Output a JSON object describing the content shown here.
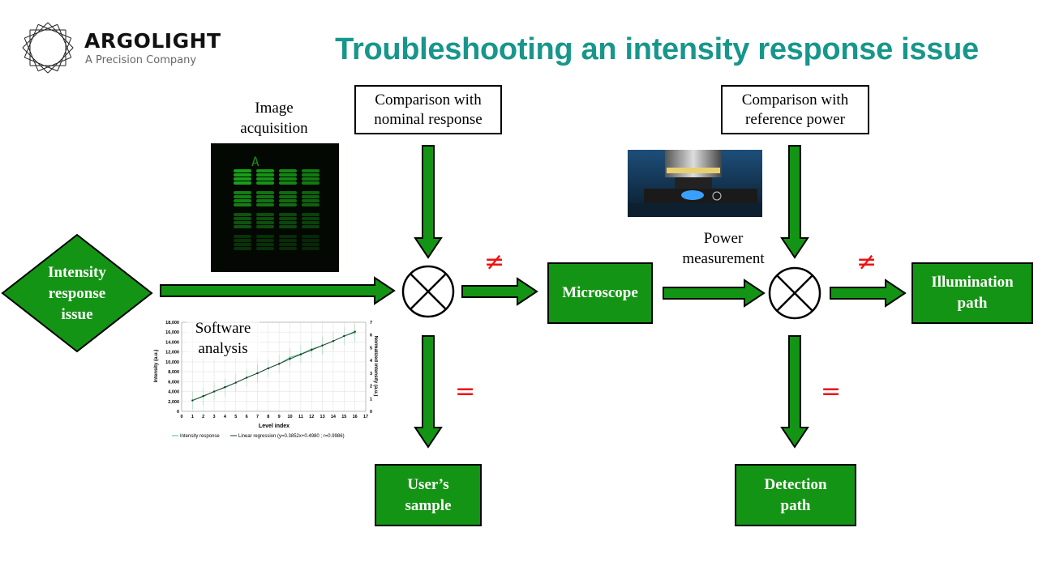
{
  "logo": {
    "name": "ARGOLIGHT",
    "tagline": "A Precision Company"
  },
  "title": "Troubleshooting an intensity response issue",
  "nodes": {
    "start": [
      "Intensity",
      "response",
      "issue"
    ],
    "comparison_nominal": [
      "Comparison with",
      "nominal response"
    ],
    "comparison_reference": [
      "Comparison with",
      "reference power"
    ],
    "microscope": "Microscope",
    "users_sample": [
      "User’s",
      "sample"
    ],
    "illumination_path": [
      "Illumination",
      "path"
    ],
    "detection_path": [
      "Detection",
      "path"
    ]
  },
  "labels": {
    "image_acquisition": [
      "Image",
      "acquisition"
    ],
    "software_analysis": [
      "Software",
      "analysis"
    ],
    "power_measurement": [
      "Power",
      "measurement"
    ],
    "not_equal": "≠",
    "equal": "="
  },
  "colors": {
    "title": "#17968c",
    "node_green": "#149414",
    "symbol_red": "#e11111"
  },
  "chart_data": {
    "type": "line",
    "xlabel": "Level index",
    "ylabel": "Intensity (a.u.)",
    "y2label": "Normalized intensity (a.u.)",
    "xlim": [
      0,
      17
    ],
    "ylim": [
      0,
      18000
    ],
    "y2lim": [
      0,
      7
    ],
    "xticks": [
      "0",
      "1",
      "2",
      "3",
      "4",
      "5",
      "6",
      "7",
      "8",
      "9",
      "10",
      "11",
      "12",
      "13",
      "14",
      "15",
      "16",
      "17"
    ],
    "yticks": [
      "0",
      "2,000",
      "4,000",
      "6,000",
      "8,000",
      "10,000",
      "12,000",
      "14,000",
      "16,000",
      "18,000"
    ],
    "y2ticks": [
      "0",
      "1",
      "2",
      "3",
      "4",
      "5",
      "6",
      "7"
    ],
    "grid": true,
    "legend": "bottom",
    "x": [
      1,
      2,
      3,
      4,
      5,
      6,
      7,
      8,
      9,
      10,
      11,
      12,
      13,
      14,
      15,
      16
    ],
    "series": [
      {
        "name": "Intensity response",
        "color": "#4cc07a",
        "values": [
          2200,
          3000,
          4000,
          4800,
          5800,
          6800,
          7700,
          8700,
          9600,
          10900,
          11600,
          12600,
          13300,
          14200,
          15200,
          15900
        ]
      },
      {
        "name": "Linear regression (y=0.3852x+0.4980 ; r=0.9986)",
        "color": "#1a3a2a",
        "values": [
          2200,
          3100,
          4000,
          4900,
          5800,
          6800,
          7700,
          8700,
          9600,
          10600,
          11500,
          12400,
          13300,
          14200,
          15200,
          16100
        ]
      }
    ]
  }
}
